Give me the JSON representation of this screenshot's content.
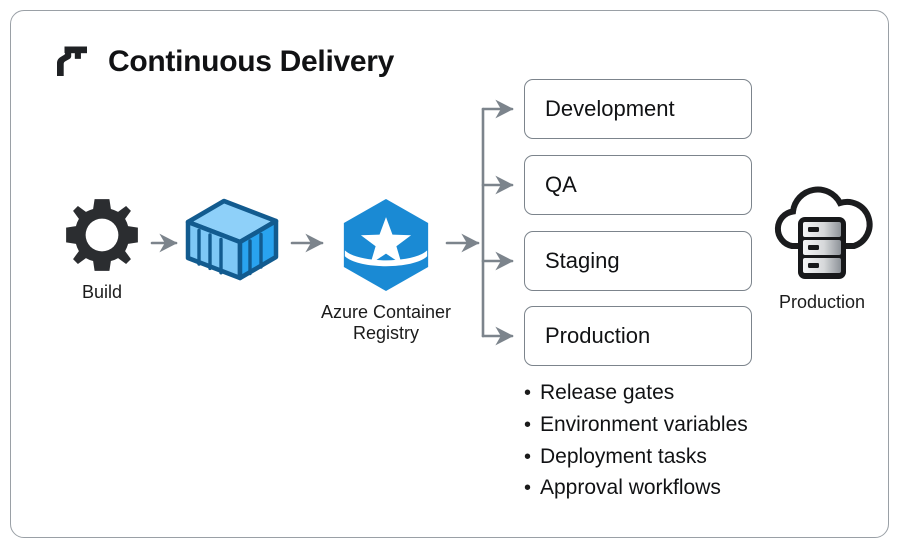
{
  "diagram": {
    "title": "Continuous Delivery",
    "title_icon": "pipeline-icon",
    "frame_border_color": "#9aa0a6",
    "background_color": "#ffffff",
    "accent_blue": "#1a8ad4",
    "container_blue": "#29a3ef",
    "arrow_gray": "#7c848c",
    "text_color": "#111214"
  },
  "pipeline": {
    "nodes": [
      {
        "id": "build",
        "label": "Build",
        "icon": "gear-icon"
      },
      {
        "id": "container",
        "label": "",
        "icon": "shipping-container-icon"
      },
      {
        "id": "registry",
        "label": "Azure Container Registry",
        "icon": "azure-container-registry-icon"
      }
    ],
    "output": {
      "id": "production",
      "label": "Production",
      "icon": "cloud-server-icon"
    }
  },
  "environments": [
    {
      "label": "Development"
    },
    {
      "label": "QA"
    },
    {
      "label": "Staging"
    },
    {
      "label": "Production"
    }
  ],
  "features": {
    "bullet_glyph": "•",
    "items": [
      "Release gates",
      "Environment variables",
      "Deployment tasks",
      "Approval workflows"
    ]
  }
}
